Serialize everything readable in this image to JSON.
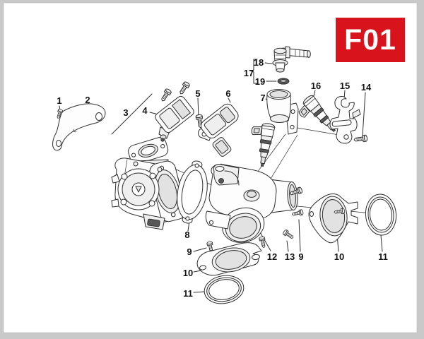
{
  "badge": {
    "label": "F01"
  },
  "colors": {
    "badge_bg": "#d8131c",
    "badge_text": "#ffffff",
    "line": "#2e2e2e",
    "frame": "#c9c9c9",
    "paper": "#ffffff"
  },
  "callouts": {
    "n1": "1",
    "n2": "2",
    "n3": "3",
    "n4": "4",
    "n5": "5",
    "n6": "6",
    "n7": "7",
    "n8": "8",
    "n9a": "9",
    "n9b": "9",
    "n10a": "10",
    "n10b": "10",
    "n11a": "11",
    "n11b": "11",
    "n12": "12",
    "n13": "13",
    "n14": "14",
    "n15": "15",
    "n16": "16",
    "n17": "17",
    "n18": "18",
    "n19": "19"
  }
}
